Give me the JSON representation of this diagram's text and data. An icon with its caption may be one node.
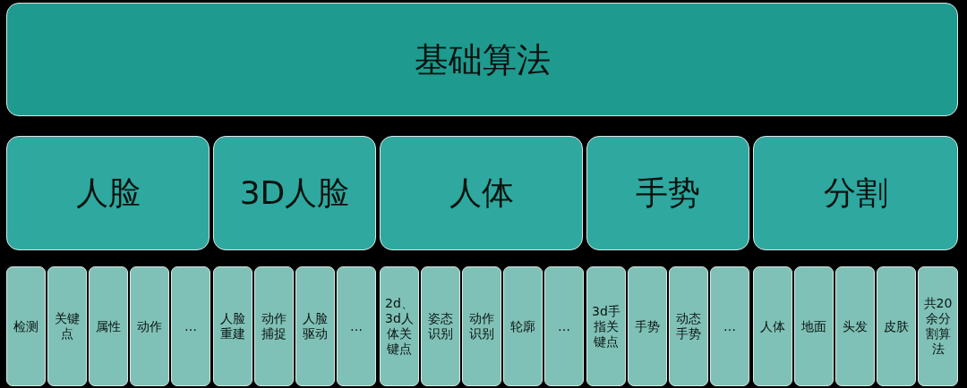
{
  "diagram": {
    "nodes": [
      {
        "text": [
          "基础算法"
        ]
      },
      {
        "text": [
          "人脸"
        ]
      },
      {
        "text": [
          "3D人脸"
        ]
      },
      {
        "text": [
          "人体"
        ]
      },
      {
        "text": [
          "手势"
        ]
      },
      {
        "text": [
          "分割"
        ]
      },
      {
        "text": [
          "检测"
        ]
      },
      {
        "text": [
          "关键点"
        ]
      },
      {
        "text": [
          "属性"
        ]
      },
      {
        "text": [
          "动作"
        ]
      },
      {
        "text": [
          "…"
        ]
      },
      {
        "text": [
          "人脸重建"
        ]
      },
      {
        "text": [
          "动作捕捉"
        ]
      },
      {
        "text": [
          "人脸驱动"
        ]
      },
      {
        "text": [
          "…"
        ]
      },
      {
        "text": [
          "2d、3d人体关键点"
        ]
      },
      {
        "text": [
          "姿态识别"
        ]
      },
      {
        "text": [
          "动作识别"
        ]
      },
      {
        "text": [
          "轮廓"
        ]
      },
      {
        "text": [
          "…"
        ]
      },
      {
        "text": [
          "3d手指关键点"
        ]
      },
      {
        "text": [
          "手势"
        ]
      },
      {
        "text": [
          "动态手势"
        ]
      },
      {
        "text": [
          "…"
        ]
      },
      {
        "text": [
          "人体"
        ]
      },
      {
        "text": [
          "地面"
        ]
      },
      {
        "text": [
          "头发"
        ]
      },
      {
        "text": [
          "皮肤"
        ]
      },
      {
        "text": [
          "共20余分割算法"
        ]
      }
    ]
  }
}
